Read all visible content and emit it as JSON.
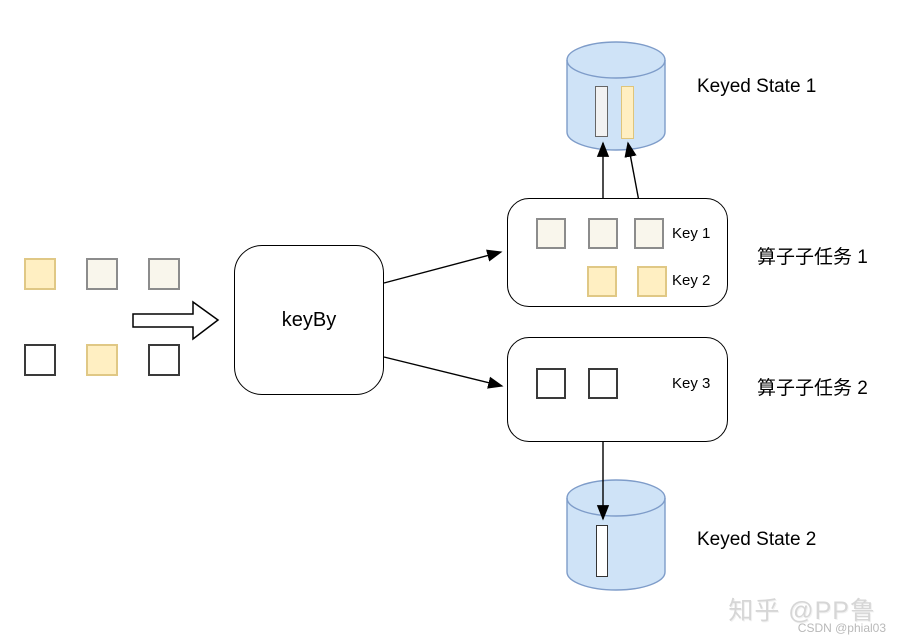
{
  "nodes": {
    "keyby": {
      "label": "keyBy"
    },
    "subtask1": {
      "label": "算子子任务 1",
      "key1_label": "Key 1",
      "key2_label": "Key 2"
    },
    "subtask2": {
      "label": "算子子任务 2",
      "key3_label": "Key 3"
    },
    "state1": {
      "label": "Keyed State 1"
    },
    "state2": {
      "label": "Keyed State 2"
    }
  },
  "watermark": {
    "zhihu": "知乎 @PP鲁",
    "csdn": "CSDN @phial03"
  },
  "colors": {
    "record_yellow_fill": "#FFEFC2",
    "record_yellow_border": "#E0C885",
    "record_beige_fill": "#F9F6EC",
    "record_beige_border": "#8C8C8C",
    "record_white_fill": "#FFFFFF",
    "record_white_border": "#3A3A3A",
    "cylinder_fill": "#CFE3F7",
    "cylinder_border": "#7E9CC9",
    "state_bar_gray_fill": "#F2F2F2",
    "line_color": "#000000"
  }
}
